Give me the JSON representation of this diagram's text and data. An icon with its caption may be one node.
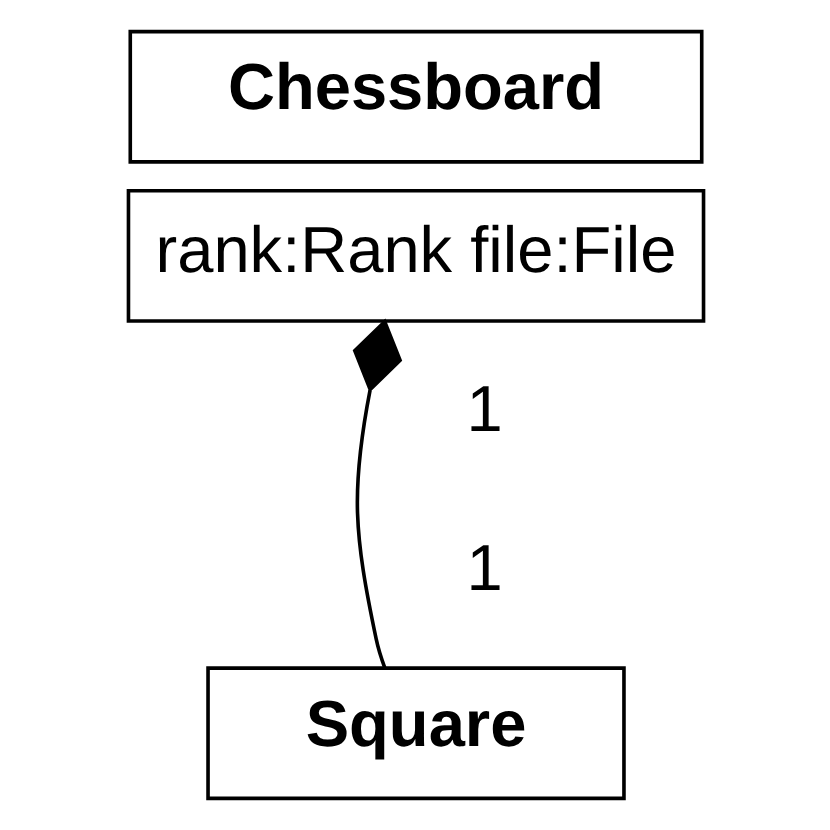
{
  "diagram": {
    "nodes": [
      {
        "text": [
          "Chessboard"
        ]
      },
      {
        "text": [
          "rank:Rank file:File"
        ]
      },
      {
        "text": [
          "Square"
        ]
      }
    ],
    "edges": [
      {
        "from": 1,
        "to": 2,
        "arrow": "other"
      }
    ],
    "labels": [
      "1",
      "1"
    ]
  }
}
